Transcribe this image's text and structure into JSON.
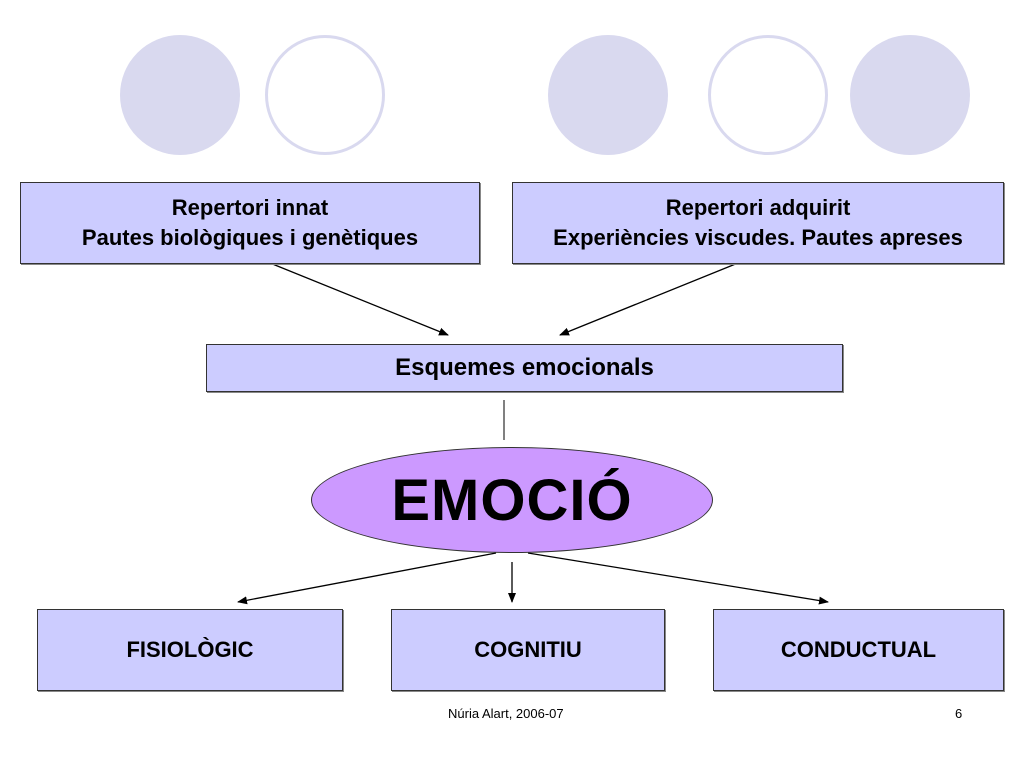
{
  "diagram": {
    "top_left": {
      "line1": "Repertori innat",
      "line2": "Pautes biològiques i genètiques"
    },
    "top_right": {
      "line1": "Repertori adquirit",
      "line2": "Experiències viscudes. Pautes apreses"
    },
    "center": "Esquemes emocionals",
    "emotion": "EMOCIÓ",
    "outputs": [
      "FISIOLÒGIC",
      "COGNITIU",
      "CONDUCTUAL"
    ]
  },
  "footer": {
    "author": "Núria Alart, 2006-07",
    "page": "6"
  },
  "colors": {
    "box_fill": "#ccccff",
    "ellipse_fill": "#cc99ff",
    "decor_circle": "#d9d9ef"
  }
}
